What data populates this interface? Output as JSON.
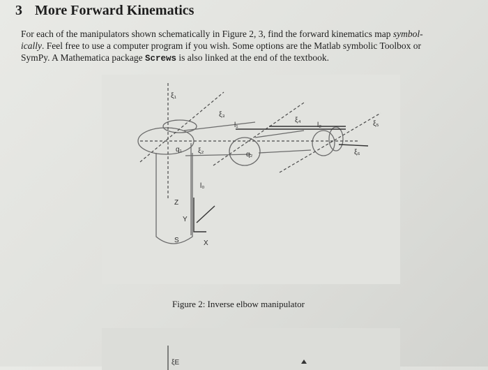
{
  "section": {
    "number": "3",
    "title": "More Forward Kinematics"
  },
  "paragraph": {
    "t1": "For each of the manipulators shown schematically in Figure 2, 3, find the forward kinematics map ",
    "symbol_1": "symbol-",
    "symbol_2": "ically",
    "t2": ". Feel free to use a computer program if you wish. Some options are the Matlab symbolic Toolbox or",
    "t3": "SymPy. A Mathematica package ",
    "mono": "Screws",
    "t4": " is also linked at the end of the textbook."
  },
  "figure2": {
    "caption": "Figure 2: Inverse elbow manipulator",
    "labels": {
      "xi1": "ξ₁",
      "xi2": "ξ₂",
      "xi3": "ξ₃",
      "xi4": "ξ₄",
      "xi5": "ξ₅",
      "xi6": "ξ₆",
      "l0": "l₀",
      "l1": "l₁",
      "l2": "l₂",
      "q1": "q₁",
      "q2": "q₂",
      "z": "Z",
      "y": "Y",
      "x": "X",
      "s": "S"
    }
  },
  "figure3_partial": {
    "xiE": "ξE"
  }
}
